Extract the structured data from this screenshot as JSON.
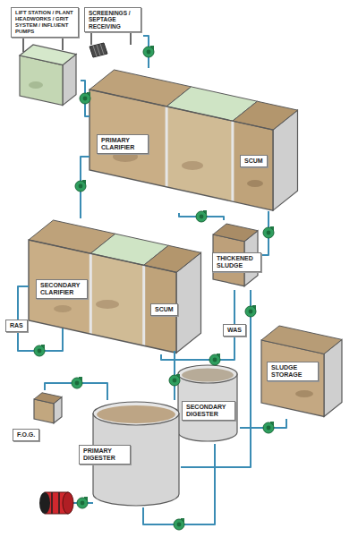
{
  "diagram": {
    "nodes": [
      {
        "text": [
          "LIFT STATION / PLANT HEADWORKS / GRIT SYSTEM / INFLUENT PUMPS"
        ]
      },
      {
        "text": [
          "SCREENINGS / SEPTAGE RECEIVING"
        ]
      },
      {
        "text": [
          "PRIMARY CLARIFIER"
        ]
      },
      {
        "text": [
          "SCUM"
        ],
        "in": 2
      },
      {
        "text": [
          "THICKENED SLUDGE"
        ]
      },
      {
        "text": [
          "SECONDARY CLARIFIER"
        ]
      },
      {
        "text": [
          "SCUM"
        ],
        "in": 5
      },
      {
        "text": [
          "SLUDGE STORAGE"
        ]
      },
      {
        "text": [
          "SECONDARY DIGESTER"
        ]
      },
      {
        "text": [
          "F.O.G."
        ]
      },
      {
        "text": [
          "PRIMARY DIGESTER"
        ]
      }
    ],
    "edges": [
      {
        "from": 0,
        "to": 2,
        "arrow": "none"
      },
      {
        "from": 1,
        "to": 2,
        "arrow": "none"
      },
      {
        "from": 2,
        "to": 4,
        "arrow": "none"
      },
      {
        "from": 3,
        "to": 4,
        "arrow": "none"
      },
      {
        "from": 2,
        "to": 5,
        "arrow": "none"
      },
      {
        "from": 5,
        "to": 4,
        "label": "WAS",
        "arrow": "none"
      },
      {
        "from": 6,
        "to": 10,
        "arrow": "none"
      },
      {
        "from": 4,
        "to": 10,
        "arrow": "none"
      },
      {
        "from": 9,
        "to": 10,
        "arrow": "none"
      },
      {
        "from": 10,
        "to": 8,
        "arrow": "none"
      },
      {
        "from": 8,
        "to": 7,
        "arrow": "none"
      }
    ],
    "labels": [
      "RAS"
    ]
  }
}
